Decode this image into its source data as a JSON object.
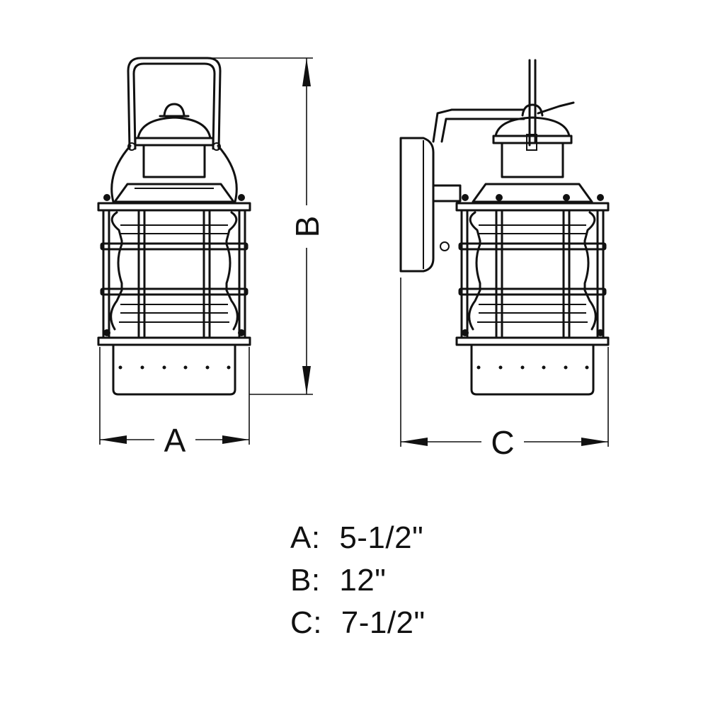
{
  "dimension_labels": {
    "a": "A",
    "b": "B",
    "c": "C"
  },
  "legend": [
    {
      "key": "A:",
      "value": "5-1/2\""
    },
    {
      "key": "B:",
      "value": "12\""
    },
    {
      "key": "C:",
      "value": "7-1/2\""
    }
  ],
  "colors": {
    "line": "#111111",
    "background": "#ffffff"
  }
}
